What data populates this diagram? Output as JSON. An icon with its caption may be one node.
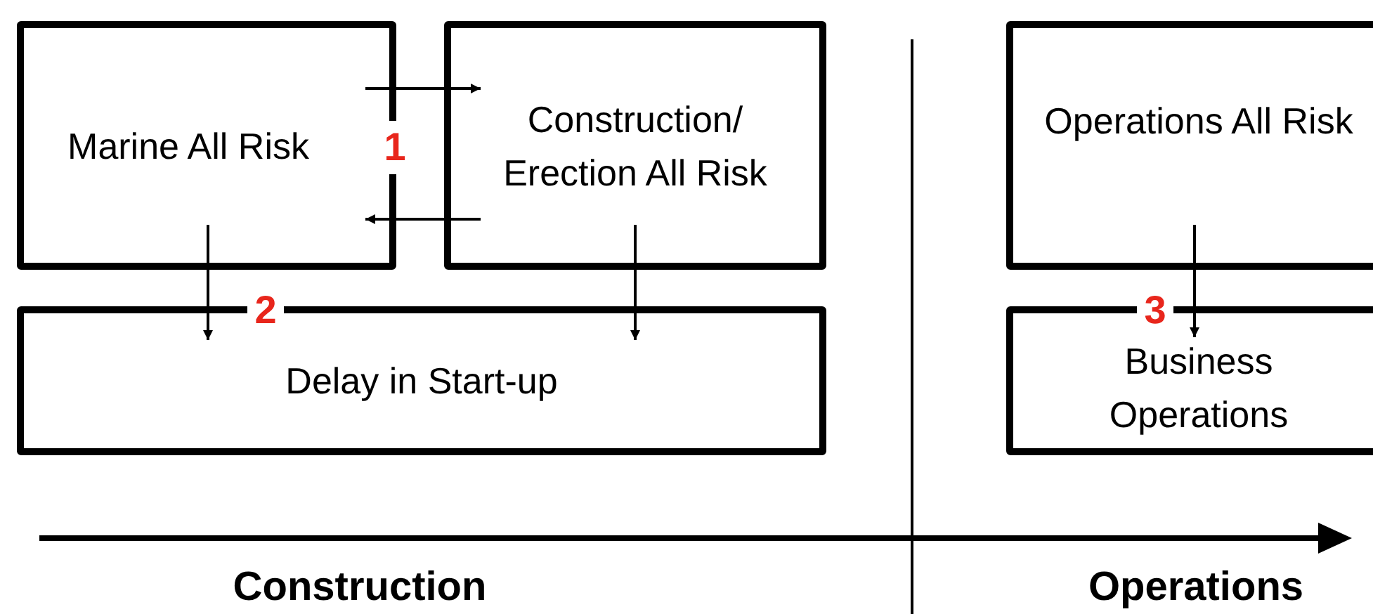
{
  "diagram": {
    "nodes": [
      {
        "text": [
          "Marine All Risk"
        ]
      },
      {
        "text": [
          "Construction/ Erection All Risk"
        ]
      },
      {
        "text": [
          "Delay in Start-up"
        ]
      },
      {
        "text": [
          "Operations All Risk"
        ]
      },
      {
        "text": [
          "Business Operations"
        ]
      }
    ],
    "edges": [
      {
        "from": 0,
        "to": 1,
        "arrow": "to"
      },
      {
        "from": 1,
        "to": 0,
        "arrow": "to"
      },
      {
        "from": 0,
        "to": 2,
        "arrow": "to"
      },
      {
        "from": 1,
        "to": 2,
        "arrow": "to"
      },
      {
        "from": 3,
        "to": 4,
        "arrow": "to"
      }
    ],
    "labels": [
      "1",
      "2",
      "3",
      "Construction",
      "Operations"
    ]
  }
}
